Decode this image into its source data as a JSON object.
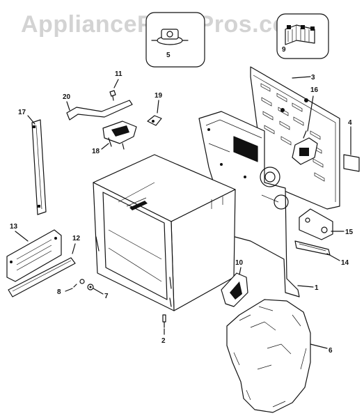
{
  "watermark": "AppliancePartsPros.com",
  "callouts": {
    "p1": "1",
    "p2": "2",
    "p3": "3",
    "p4": "4",
    "p5": "5",
    "p6": "6",
    "p7": "7",
    "p8": "8",
    "p9": "9",
    "p10": "10",
    "p11": "11",
    "p12": "12",
    "p13": "13",
    "p14": "14",
    "p15": "15",
    "p16": "16",
    "p17": "17",
    "p18": "18",
    "p19": "19",
    "p20": "20"
  }
}
